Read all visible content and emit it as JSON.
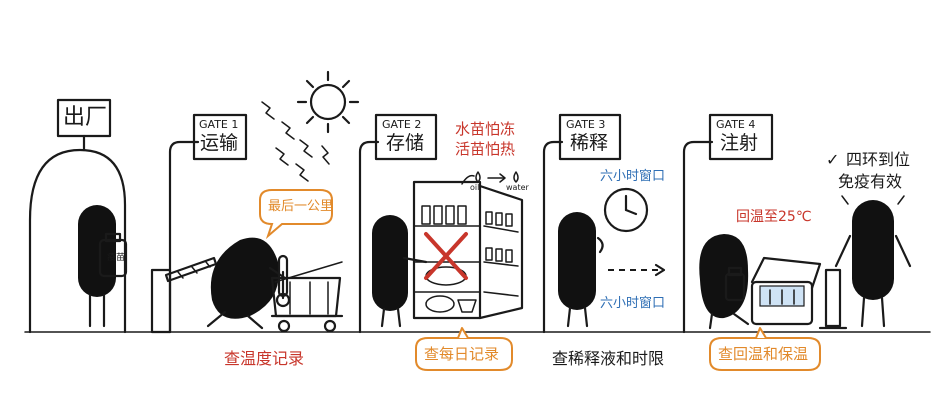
{
  "factory": {
    "label": "出厂"
  },
  "gates": [
    {
      "id": "GATE 1",
      "name": "运输",
      "check": "查温度记录",
      "bubble": "最后一公里"
    },
    {
      "id": "GATE 2",
      "name": "存储",
      "check": "查每日记录",
      "note_line1": "水苗怕冻",
      "note_line2": "活苗怕热",
      "oil_label": "oil",
      "water_label": "water"
    },
    {
      "id": "GATE 3",
      "name": "稀释",
      "check": "查稀释液和时限",
      "window_top": "六小时窗口",
      "window_bottom": "六小时窗口"
    },
    {
      "id": "GATE 4",
      "name": "注射",
      "check": "查回温和保温",
      "rewarm": "回温至25℃"
    }
  ],
  "vaccine_label": "疫苗",
  "final": {
    "check_mark": "✓",
    "line1": "四环到位",
    "line2": "免疫有效"
  },
  "colors": {
    "ink": "#1a1a1a",
    "red": "#c8362b",
    "blue": "#2f6fb5",
    "orange": "#e28a2b"
  }
}
